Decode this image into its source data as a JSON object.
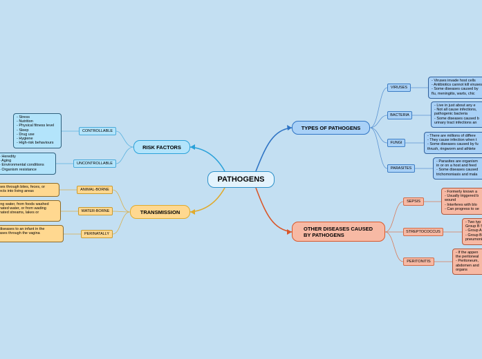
{
  "root": "PATHOGENS",
  "branches": {
    "types": {
      "label": "TYPES OF PATHOGENS",
      "subs": [
        "VIRUSES",
        "BACTERIA",
        "FUNGI",
        "PARASITES"
      ],
      "leaves": [
        "- Viruses invade host cells\n- Antibiotics cannot kill viruses\n- Some diseases caused by\nflu, meningitis, warts, chic",
        "- Live in just about any e\n- Not all cause infections,\npathogenic bacteria\n- Some diseases caused b\nurinary tract infections an",
        "- There are millions of differe\n- They cause infection when t\n- Some diseases caused by fu\nthrush, ringworm and athlete",
        "- Parasites are organism\nin or on a host and feed\n- Some diseases caused\ntrichomoniasis and mala"
      ]
    },
    "risk": {
      "label": "RISK FACTORS",
      "subs": [
        "CONTROLLABLE",
        "UNCONTROLLABLE"
      ],
      "leaves": [
        "- Stress\n- Nutrition\n- Physical fitness level\n- Sleep\n- Drug use\n- Hygiene\n- High-risk behaviours",
        "- Heredity\n- Aging\n- Environmental conditions\n- Organism resistance"
      ]
    },
    "transmission": {
      "label": "TRANSMISSION",
      "subs": [
        "ANIMAL-BORNE",
        "WATER-BORNE",
        "PERINATALLY"
      ],
      "leaves": [
        "ses through bites, feces, or\nects into living areas",
        "ing water, from foods washed\nnated water, or from wading\nnated streams, lakes or",
        "diseases to an infant in the\nases through the vagina"
      ]
    },
    "other": {
      "label": "OTHER DISEASES CAUSED\nBY PATHOGENS",
      "subs": [
        "SEPSIS",
        "STREPTOCOCCUS",
        "PERITONITIS"
      ],
      "leaves": [
        "- Formerly known a\n- Usually triggered b\nwound\n- Interferes with blo\n- Can progress to se",
        "- Two typ\nGroup B S\n- Group A\n- Group B\npneumoni",
        "- If the appen\nthe peritoneal\n- Peritoneum,\nabdomen and\norgans"
      ]
    }
  },
  "colors": {
    "background": "#c3dff2",
    "types": "#2f74c4",
    "risk": "#2aa1d9",
    "transmission": "#e0aa2c",
    "other": "#d9572a"
  }
}
